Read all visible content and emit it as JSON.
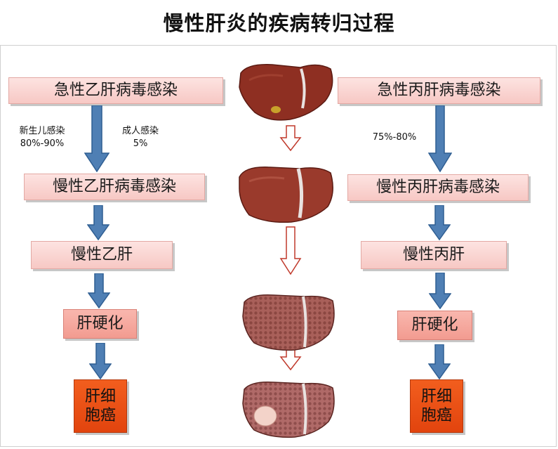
{
  "title": "慢性肝炎的疾病转归过程",
  "left": {
    "acute": "急性乙肝病毒感染",
    "newborn_label": "新生儿感染",
    "newborn_rate": "80%-90%",
    "adult_label": "成人感染",
    "adult_rate": "5%",
    "chronic_infection": "慢性乙肝病毒感染",
    "chronic": "慢性乙肝",
    "cirrhosis": "肝硬化",
    "cancer_line1": "肝细",
    "cancer_line2": "胞癌"
  },
  "right": {
    "acute": "急性丙肝病毒感染",
    "rate": "75%-80%",
    "chronic_infection": "慢性丙肝病毒感染",
    "chronic": "慢性丙肝",
    "cirrhosis": "肝硬化",
    "cancer_line1": "肝细",
    "cancer_line2": "胞癌"
  },
  "colors": {
    "arrow_blue": "#4f7fb4",
    "arrow_blue_edge": "#2f5e92",
    "outline_arrow": "#c0392b",
    "box_light": "#fbd9d6",
    "box_mid": "#f5a89e",
    "box_dark": "#ea4f14"
  },
  "liver_stages": [
    "healthy-liver-image",
    "chronic-hepatitis-liver-image",
    "cirrhotic-liver-image",
    "liver-cancer-image"
  ]
}
